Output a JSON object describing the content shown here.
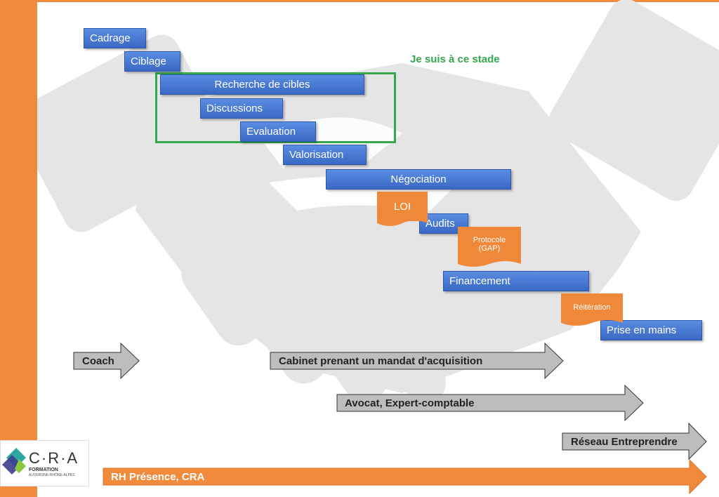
{
  "stage_label": "Je suis à ce stade",
  "steps": [
    {
      "label": "Cadrage"
    },
    {
      "label": "Ciblage"
    },
    {
      "label": "Recherche de cibles"
    },
    {
      "label": "Discussions"
    },
    {
      "label": "Evaluation"
    },
    {
      "label": "Valorisation"
    },
    {
      "label": "Négociation"
    },
    {
      "label": "Audits"
    },
    {
      "label": "Financement"
    },
    {
      "label": "Prise en mains"
    }
  ],
  "documents": [
    {
      "label": "LOI"
    },
    {
      "label_line1": "Protocole",
      "label_line2": "(GAP)"
    },
    {
      "label": "Réitération"
    }
  ],
  "actors": [
    {
      "label": "Coach"
    },
    {
      "label": "Cabinet prenant un mandat d'acquisition"
    },
    {
      "label": "Avocat, Expert-comptable"
    },
    {
      "label": "Réseau Entreprendre"
    },
    {
      "label": "RH Présence, CRA"
    }
  ],
  "logo": {
    "name": "C·R·A",
    "sub1": "FORMATION",
    "sub2": "AUVERGNE-RHÔNE-ALPES"
  },
  "colors": {
    "orange": "#f28a3c",
    "blue": "#3a68c4",
    "green": "#33a84c",
    "gray_arrow": "#bdbdbd"
  }
}
